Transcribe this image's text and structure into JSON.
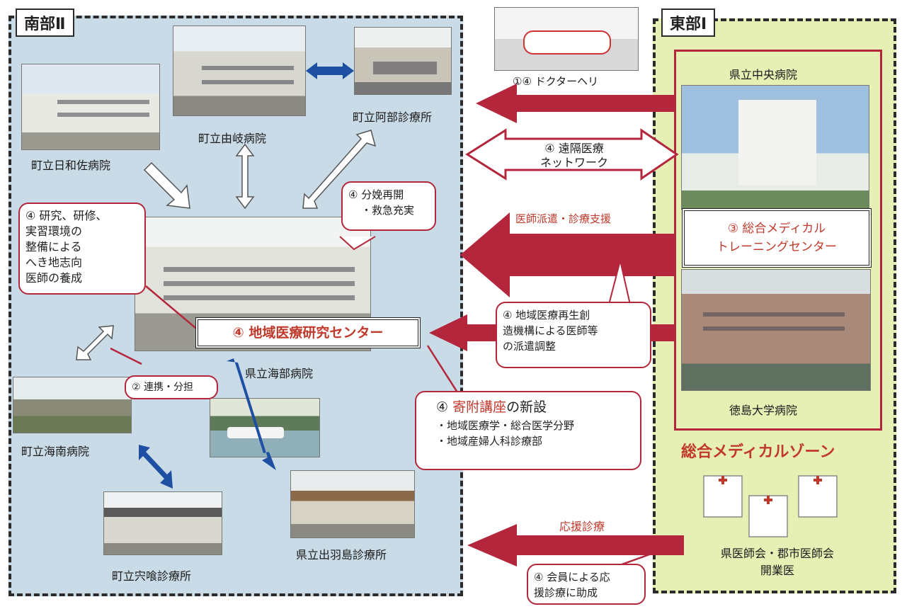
{
  "zones": {
    "south": "南部Ⅱ",
    "east": "東部Ⅰ",
    "medical_zone": "総合メディカルゾーン"
  },
  "south_facilities": {
    "hiwasa": "町立日和佐病院",
    "yuki": "町立由岐病院",
    "abe": "町立阿部診療所",
    "kaifu": "県立海部病院",
    "kainan": "町立海南病院",
    "shishikui": "町立宍喰診療所",
    "teba": "県立出羽島診療所"
  },
  "east_facilities": {
    "central": "県立中央病院",
    "univ": "徳島大学病院",
    "assoc_line1": "県医師会・郡市医師会",
    "assoc_line2": "開業医"
  },
  "research_center": "④ 地域医療研究センター",
  "training_center": {
    "line1": "③ 総合メディカル",
    "line2": "トレーニングセンター"
  },
  "callouts": {
    "research_lines": [
      "④ 研究、研修、",
      "実習環境の",
      "整備による",
      "へき地志向",
      "医師の養成"
    ],
    "delivery_line1": "④ 分娩再開",
    "delivery_line2": "・救急充実",
    "cooperation": "② 連携・分担",
    "regen_lines": [
      "④ 地域医療再生創",
      "造機構による医師等",
      "の派遣調整"
    ],
    "endowed_title_prefix": "④ ",
    "endowed_title_main": "寄附講座",
    "endowed_title_suffix": "の新設",
    "endowed_item1": "・地域医療学・総合医学分野",
    "endowed_item2": "・地域産婦人科診療部",
    "support_lines": [
      "④ 会員による応",
      "援診療に助成"
    ]
  },
  "arrows": {
    "heli": "①④ ドクターヘリ",
    "telemed_line1": "④ 遠隔医療",
    "telemed_line2": "ネットワーク",
    "dispatch": "医師派遣・診療支援",
    "support": "応援診療"
  },
  "colors": {
    "arrow_red": "#b3263c",
    "arrow_blue": "#1f4fa3",
    "south_bg": "#c9dbe6",
    "east_bg": "#e6efb4"
  }
}
